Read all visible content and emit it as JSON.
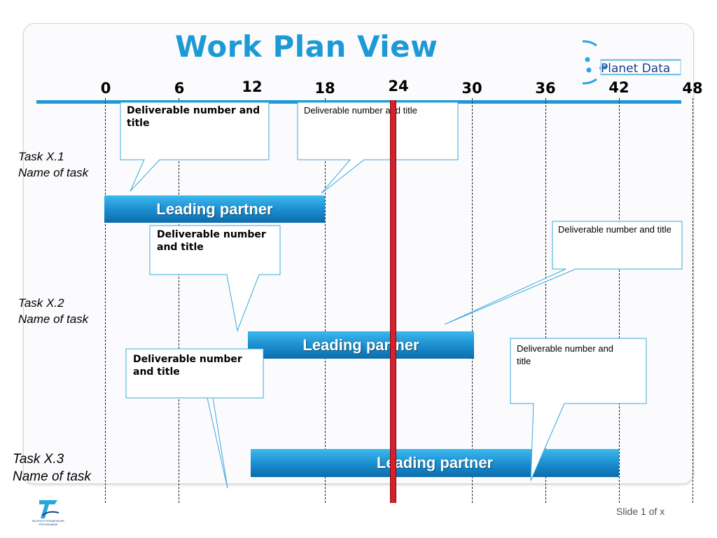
{
  "title": "Work Plan View",
  "logo": {
    "part1": "Planet",
    "part2": "Data"
  },
  "timeline": {
    "ticks": [
      "0",
      "6",
      "12",
      "18",
      "24",
      "30",
      "36",
      "42",
      "48"
    ]
  },
  "tasks": [
    {
      "id": "Task X.1",
      "name": "Name of task",
      "bar_label": "Leading partner"
    },
    {
      "id": "Task X.2",
      "name": "Name of task",
      "bar_label": "Leading partner"
    },
    {
      "id": "Task X.3",
      "name": "Name of task",
      "bar_label": "Leading partner"
    }
  ],
  "callouts": [
    "Deliverable number and title",
    "Deliverable number and title",
    "Deliverable number and title",
    "Deliverable number and title",
    "Deliverable number and title",
    "Deliverable number and title"
  ],
  "footer": {
    "emblem_text": "SEVENTH FRAMEWORK PROGRAMME",
    "slide": "Slide 1 of x"
  },
  "colors": {
    "accent": "#1d9ad6",
    "now_marker": "#d8202a",
    "bar": "#1a8ccd",
    "brand_text": "#1f3f8a"
  }
}
